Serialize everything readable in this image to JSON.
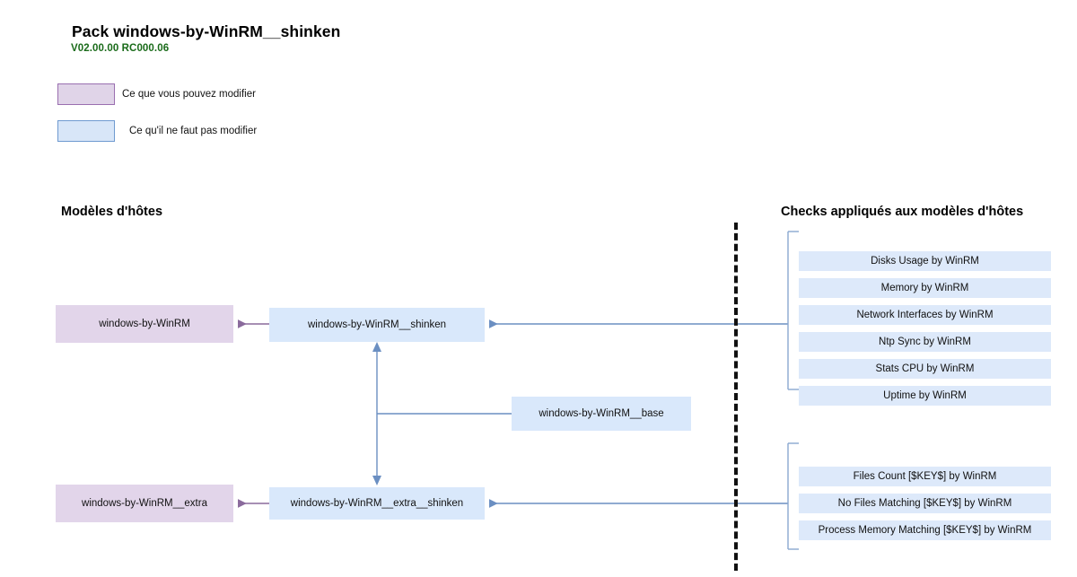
{
  "header": {
    "title": "Pack windows-by-WinRM__shinken",
    "version": "V02.00.00 RC000.06"
  },
  "legend": {
    "items": [
      {
        "label": "Ce que vous pouvez modifier",
        "swatch": "editable",
        "color": "#e0d4e8",
        "border": "#9a6fb0"
      },
      {
        "label": "Ce qu'il ne faut pas modifier",
        "swatch": "locked",
        "color": "#d8e6f8",
        "border": "#6f9ad0"
      }
    ]
  },
  "sections": {
    "left_heading": "Modèles d'hôtes",
    "right_heading": "Checks appliqués aux modèles d'hôtes"
  },
  "host_templates": [
    {
      "label": "windows-by-WinRM",
      "kind": "editable"
    },
    {
      "label": "windows-by-WinRM__shinken",
      "kind": "locked"
    },
    {
      "label": "windows-by-WinRM__base",
      "kind": "locked"
    },
    {
      "label": "windows-by-WinRM__extra",
      "kind": "editable"
    },
    {
      "label": "windows-by-WinRM__extra__shinken",
      "kind": "locked"
    }
  ],
  "check_groups": [
    {
      "checks": [
        "Disks Usage by WinRM",
        "Memory by WinRM",
        "Network Interfaces by WinRM",
        "Ntp Sync by WinRM",
        "Stats CPU by WinRM",
        "Uptime by WinRM"
      ]
    },
    {
      "checks": [
        "Files Count [$KEY$] by WinRM",
        "No Files Matching [$KEY$] by WinRM",
        "Process Memory Matching [$KEY$] by WinRM"
      ]
    }
  ],
  "colors": {
    "editable_fill": "#e2d5ea",
    "locked_fill": "#d9e8fb",
    "check_fill": "#dde9fa",
    "arrow_blue": "#6b8fc2",
    "arrow_purple": "#8a6a9c",
    "version_green": "#1a6b1a",
    "divider": "#111111"
  }
}
